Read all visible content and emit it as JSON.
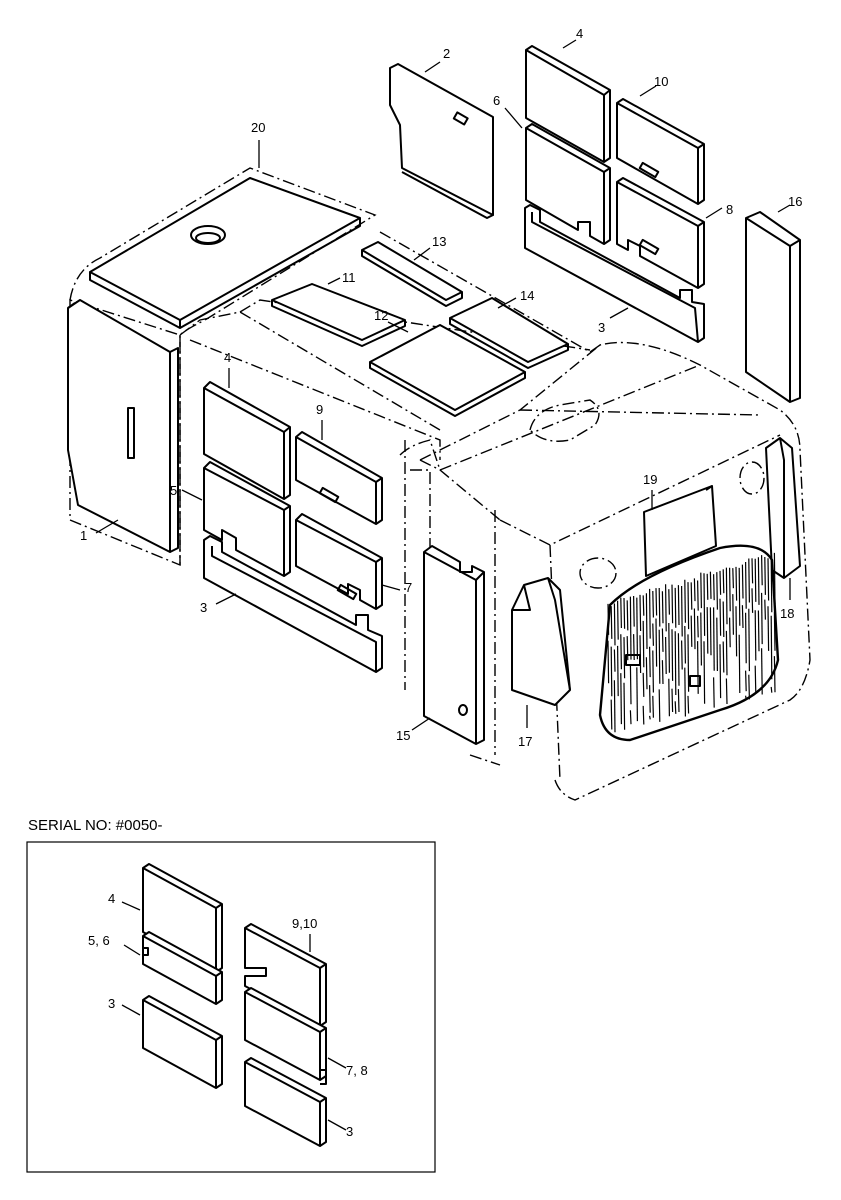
{
  "labels": {
    "l1": "1",
    "l2": "2",
    "l3a": "3",
    "l3b": "3",
    "l4a": "4",
    "l4b": "4",
    "l5": "5",
    "l6": "6",
    "l7": "7",
    "l8": "8",
    "l9": "9",
    "l10": "10",
    "l11": "11",
    "l12": "12",
    "l13": "13",
    "l14": "14",
    "l15": "15",
    "l16": "16",
    "l17": "17",
    "l18": "18",
    "l19": "19",
    "l20": "20"
  },
  "serial_section": {
    "title": "SERIAL NO: #0050-",
    "labels": {
      "s4": "4",
      "s56": "5, 6",
      "s3a": "3",
      "s910": "9,10",
      "s78": "7, 8",
      "s3b": "3"
    }
  },
  "colors": {
    "line": "#000000",
    "background": "#ffffff"
  }
}
